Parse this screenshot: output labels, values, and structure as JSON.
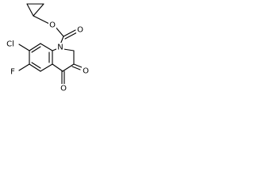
{
  "molecule": {
    "atoms": {
      "ester_oxygen": "O",
      "carbonyl_oxygen_carbamate": "O",
      "nitrogen": "N",
      "chlorine": "Cl",
      "fluorine": "F",
      "ketone_oxygen_3": "O",
      "ketone_oxygen_4": "O"
    }
  }
}
